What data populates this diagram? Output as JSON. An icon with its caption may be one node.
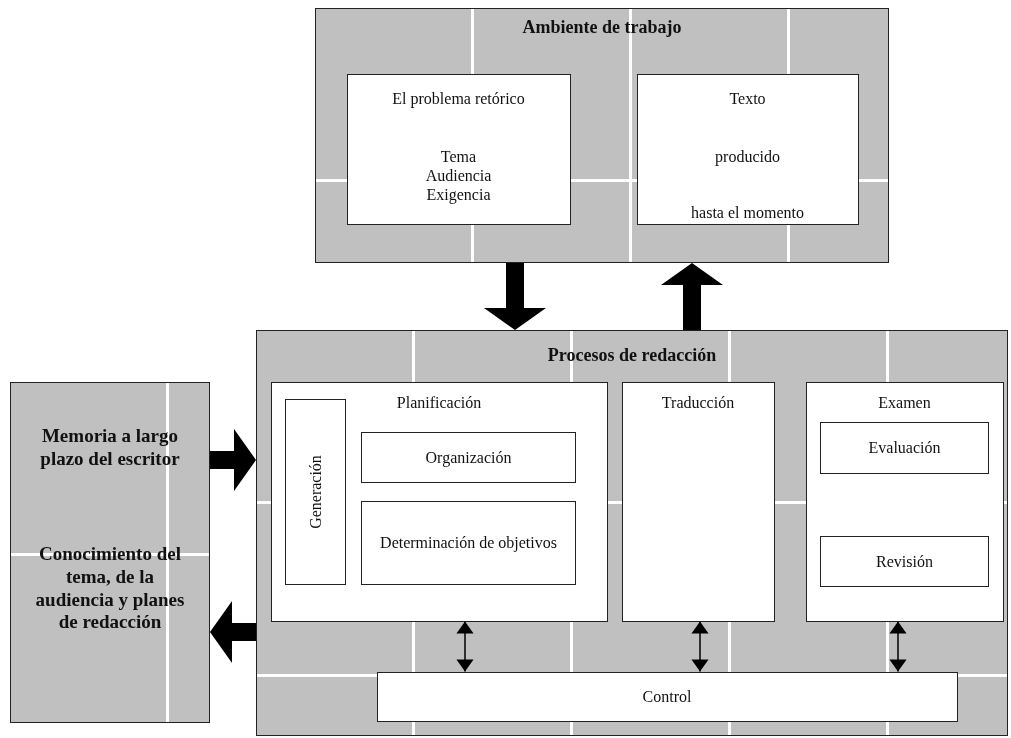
{
  "diagram": {
    "nodes": [
      {
        "text": [
          "Ambiente de trabajo"
        ]
      },
      {
        "text": [
          "El problema retórico",
          "Tema Audiencia Exigencia"
        ],
        "in": 0
      },
      {
        "text": [
          "Texto",
          "producido",
          "hasta el momento"
        ],
        "in": 0
      },
      {
        "text": [
          "Procesos de redacción"
        ]
      },
      {
        "text": [
          "Planificación"
        ],
        "in": 3
      },
      {
        "text": [
          "Generación"
        ],
        "in": 4
      },
      {
        "text": [
          "Organización"
        ],
        "in": 4
      },
      {
        "text": [
          "Determinación de objetivos"
        ],
        "in": 4
      },
      {
        "text": [
          "Traducción"
        ],
        "in": 3
      },
      {
        "text": [
          "Examen"
        ],
        "in": 3
      },
      {
        "text": [
          "Evaluación"
        ],
        "in": 9
      },
      {
        "text": [
          "Revisión"
        ],
        "in": 9
      },
      {
        "text": [
          "Control"
        ],
        "in": 3
      },
      {
        "text": [
          "Memoria a largo plazo del escritor",
          "Conocimiento del tema, de la audiencia y planes de redacción"
        ]
      }
    ],
    "edges": [
      {
        "from": 0,
        "to": 3,
        "arrow": "to"
      },
      {
        "from": 3,
        "to": 0,
        "arrow": "to"
      },
      {
        "from": 13,
        "to": 3,
        "arrow": "to"
      },
      {
        "from": 3,
        "to": 13,
        "arrow": "to"
      },
      {
        "from": 4,
        "to": 12,
        "arrow": "both"
      },
      {
        "from": 8,
        "to": 12,
        "arrow": "both"
      },
      {
        "from": 9,
        "to": 12,
        "arrow": "both"
      }
    ]
  }
}
